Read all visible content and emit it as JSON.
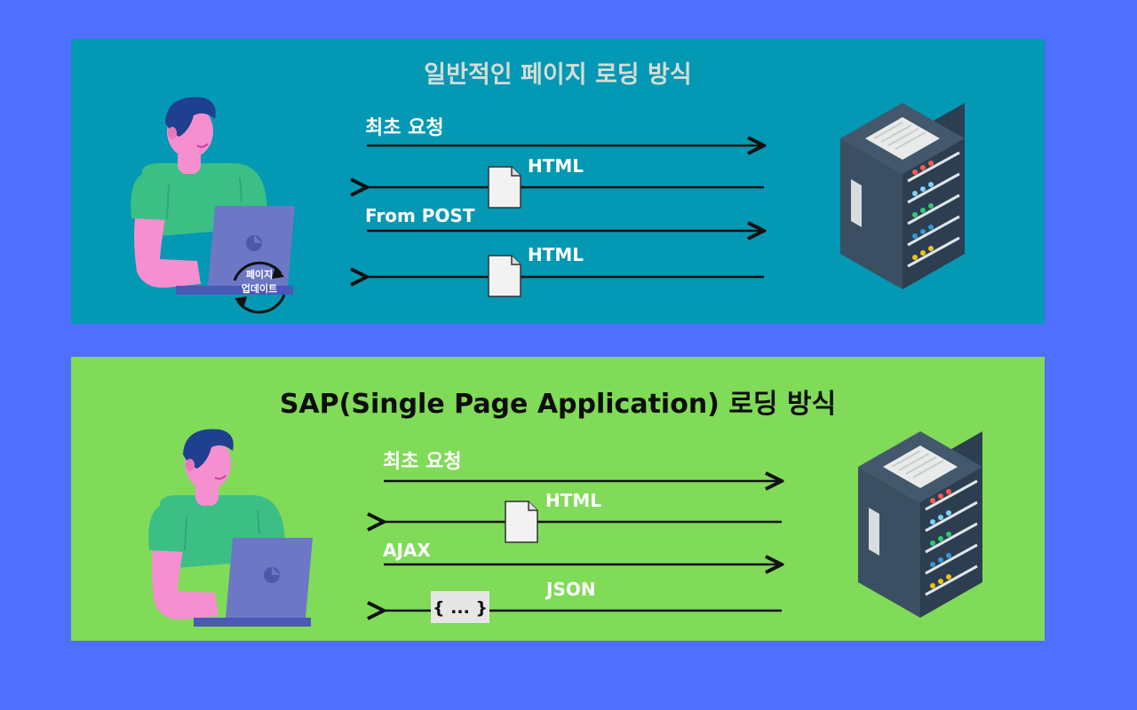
{
  "top_panel": {
    "title": "일반적인 페이지 로딩 방식",
    "messages": [
      {
        "label": "최초 요청",
        "direction": "to-server"
      },
      {
        "label": "HTML",
        "direction": "to-client",
        "payload": "document-icon"
      },
      {
        "label": "From POST",
        "direction": "to-server"
      },
      {
        "label": "HTML",
        "direction": "to-client",
        "payload": "document-icon"
      }
    ],
    "badge": {
      "line1": "페이지",
      "line2": "업데이트"
    }
  },
  "bottom_panel": {
    "title": "SAP(Single Page Application) 로딩 방식",
    "messages": [
      {
        "label": "최초 요청",
        "direction": "to-server"
      },
      {
        "label": "HTML",
        "direction": "to-client",
        "payload": "document-icon"
      },
      {
        "label": "AJAX",
        "direction": "to-server"
      },
      {
        "label": "JSON",
        "direction": "to-client",
        "payload": "json-box"
      }
    ],
    "json_payload": "{ ... }"
  },
  "colors": {
    "background": "#4f6fff",
    "top_panel": "#0398b4",
    "bottom_panel": "#80db58",
    "arrow": "#111111",
    "label": "#ffffff"
  }
}
